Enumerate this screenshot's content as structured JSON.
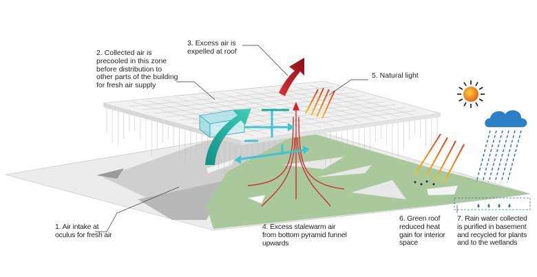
{
  "labels": {
    "air_intake": "1. Air intake at\noculus for fresh air",
    "collected_air": "2. Collected air is\nprecooled in this zone\nbefore distribution to\nother parts of the building\nfor fresh air supply",
    "excess_air": "3. Excess air is\nexpelled at roof",
    "stale_air": "4. Excess stalewarm air\nfrom bottom pyramid funnel\nupwards",
    "natural_light": "5. Natural light",
    "green_roof": "6. Green roof\nreduced heat\ngain for interior\nspace",
    "rain_water": "7. Rain water collected\nis purified in basement\nand recycled for plants\nand to the wetlands"
  },
  "icons": [
    "sun-icon",
    "rain-cloud-icon"
  ],
  "colors": {
    "exhaust_arrow": "#b3121b",
    "intake_arrow": "#1fa89a",
    "cool_air_arrow": "#3fc4d4",
    "stale_air_lines": "#d42020",
    "sunlight": "#f08a1a",
    "green_roof": "#a9c89c",
    "rain": "#2f6fb5",
    "cloud": "#2b7fc6",
    "sun": "#f2a11a"
  }
}
